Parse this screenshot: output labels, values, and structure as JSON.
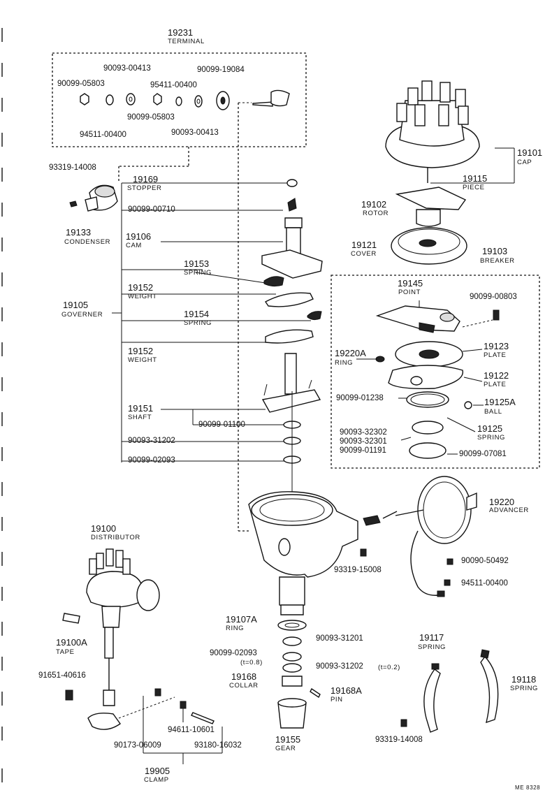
{
  "terminal": {
    "num": "19231",
    "name": "TERMINAL"
  },
  "terminal_parts": {
    "p1": "90093-00413",
    "p2": "90099-19084",
    "p3": "90099-05803",
    "p4": "95411-00400",
    "p5": "90099-05803",
    "p6": "94511-00400",
    "p7": "90093-00413"
  },
  "condenser": {
    "bolt": "93319-14008",
    "num": "19133",
    "name": "CONDENSER"
  },
  "governer": {
    "num": "19105",
    "name": "GOVERNER"
  },
  "stopper": {
    "num": "19169",
    "name": "STOPPER"
  },
  "stopper_pin": "90099-00710",
  "cam": {
    "num": "19106",
    "name": "CAM"
  },
  "spring1": {
    "num": "19153",
    "name": "SPRING"
  },
  "weight1": {
    "num": "19152",
    "name": "WEIGHT"
  },
  "spring2": {
    "num": "19154",
    "name": "SPRING"
  },
  "weight2": {
    "num": "19152",
    "name": "WEIGHT"
  },
  "shaft": {
    "num": "19151",
    "name": "SHAFT"
  },
  "shaft_part": "90099-01100",
  "washer1": "90093-31202",
  "washer2": "90099-02093",
  "cap": {
    "num": "19101",
    "name": "CAP"
  },
  "piece": {
    "num": "19115",
    "name": "PIECE"
  },
  "rotor": {
    "num": "19102",
    "name": "ROTOR"
  },
  "cover": {
    "num": "19121",
    "name": "COVER"
  },
  "breaker": {
    "num": "19103",
    "name": "BREAKER"
  },
  "point": {
    "num": "19145",
    "name": "POINT"
  },
  "point_screw": "90099-00803",
  "ring_b": {
    "num": "19220A",
    "name": "RING"
  },
  "plate1": {
    "num": "19123",
    "name": "PLATE"
  },
  "plate2": {
    "num": "19122",
    "name": "PLATE"
  },
  "breaker_part1": "90099-01238",
  "ball": {
    "num": "19125A",
    "name": "BALL"
  },
  "breaker_parts": {
    "a": "90093-32302",
    "b": "90093-32301",
    "c": "90099-01191"
  },
  "spring_b": {
    "num": "19125",
    "name": "SPRING"
  },
  "snap_ring": "90099-07081",
  "advancer": {
    "num": "19220",
    "name": "ADVANCER"
  },
  "housing_bolt": "93319-15008",
  "adv_part1": "90090-50492",
  "adv_part2": "94511-00400",
  "distributor": {
    "num": "19100",
    "name": "DISTRIBUTOR"
  },
  "tape": {
    "num": "19100A",
    "name": "TAPE"
  },
  "dist_bolt": "91651-40616",
  "ring2": {
    "num": "19107A",
    "name": "RING"
  },
  "washer3": "90093-31201",
  "washer4": {
    "part": "90099-02093",
    "note": "(t=0.8)"
  },
  "washer5": {
    "part": "90093-31202",
    "note": "(t=0.2)"
  },
  "collar": {
    "num": "19168",
    "name": "COLLAR"
  },
  "pin": {
    "num": "19168A",
    "name": "PIN"
  },
  "gear": {
    "num": "19155",
    "name": "GEAR"
  },
  "spring3": {
    "num": "19117",
    "name": "SPRING"
  },
  "spring3_bolt": "93319-14008",
  "spring4": {
    "num": "19118",
    "name": "SPRING"
  },
  "clamp_parts": {
    "a": "94611-10601",
    "b": "90173-06009",
    "c": "93180-16032"
  },
  "clamp": {
    "num": "19905",
    "name": "CLAMP"
  },
  "code": "ME 8328"
}
